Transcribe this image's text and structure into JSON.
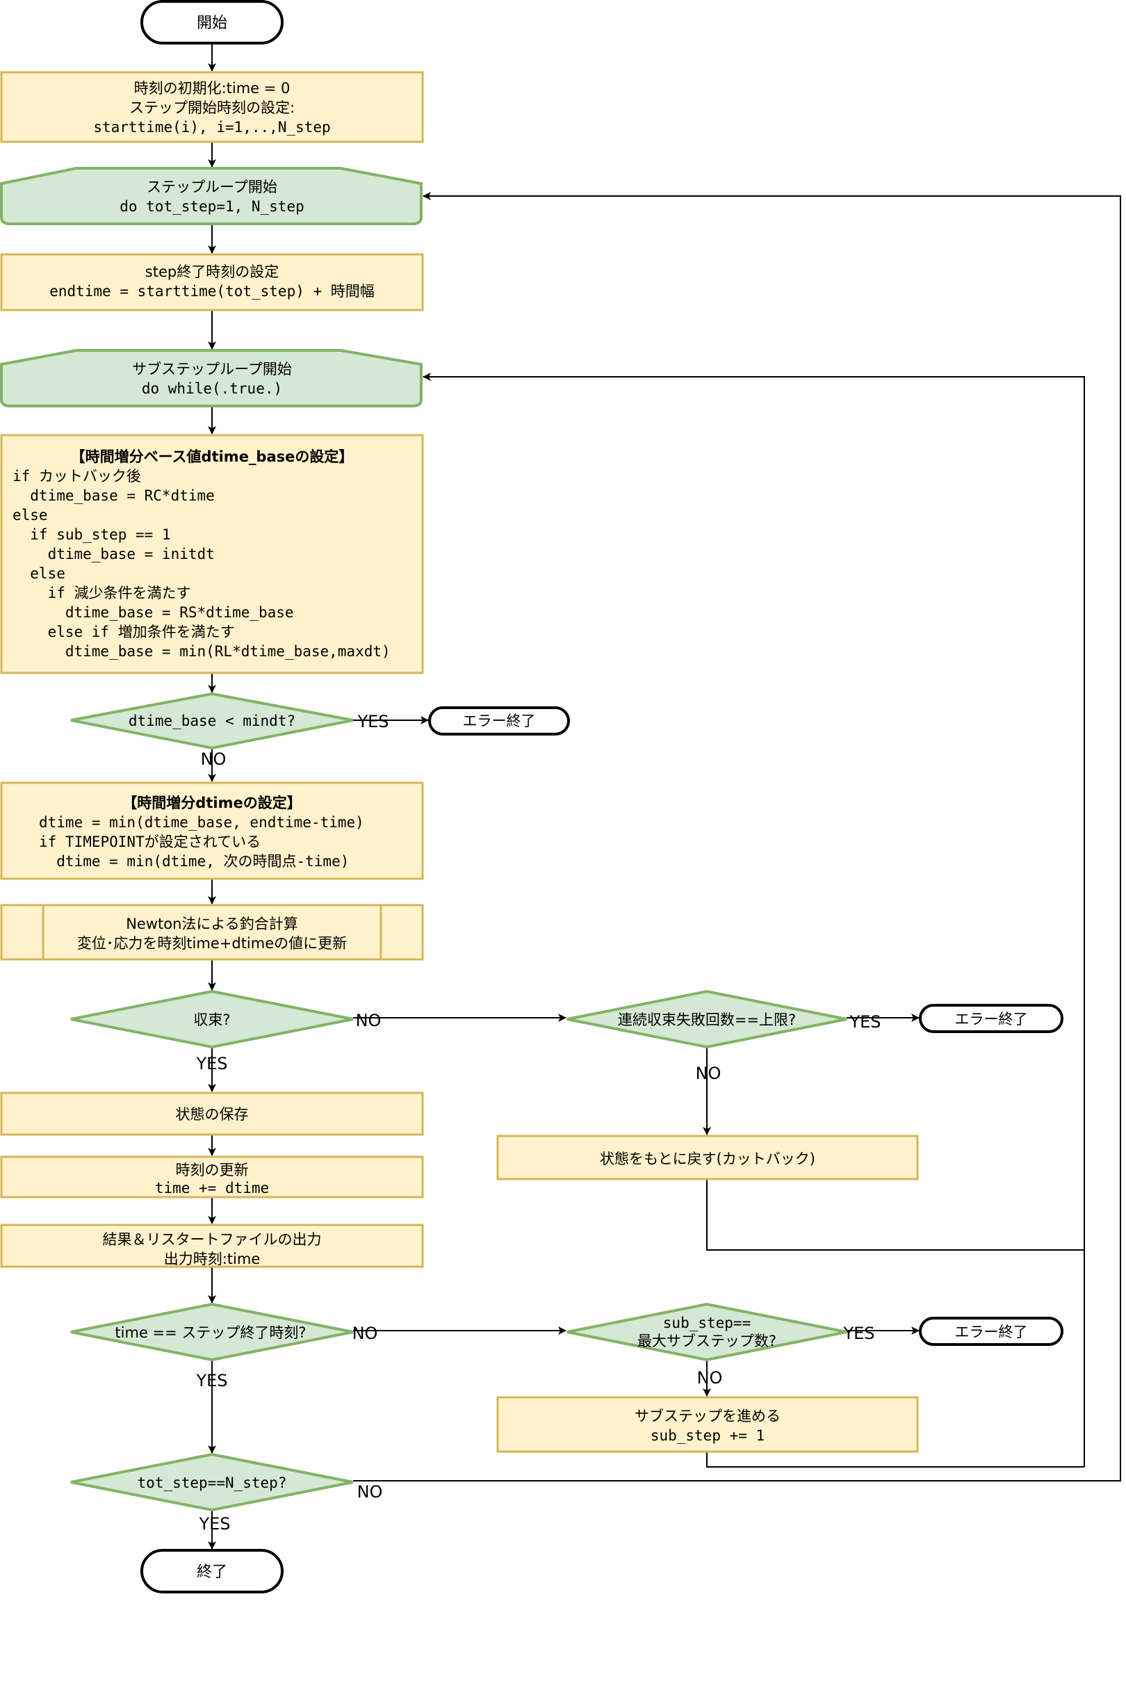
{
  "nodes": {
    "start": {
      "lines": [
        "開始"
      ]
    },
    "init": {
      "lines": [
        "時刻の初期化:time = 0",
        "ステップ開始時刻の設定:",
        "starttime(i), i=1,..,N_step"
      ]
    },
    "step_loop": {
      "lines": [
        "ステップループ開始",
        "do tot_step=1, N_step"
      ]
    },
    "step_end": {
      "lines": [
        "step終了時刻の設定",
        "endtime = starttime(tot_step) + 時間幅"
      ]
    },
    "sub_loop": {
      "lines": [
        "サブステップループ開始",
        "do while(.true.)"
      ]
    },
    "dtbase": {
      "title": "【時間増分ベース値dtime_baseの設定】",
      "code": [
        "if カットバック後",
        "  dtime_base = RC*dtime",
        "else",
        "  if sub_step == 1",
        "    dtime_base = initdt",
        "  else",
        "    if 減少条件を満たす",
        "      dtime_base = RS*dtime_base",
        "    else if 増加条件を満たす",
        "      dtime_base = min(RL*dtime_base,maxdt)"
      ]
    },
    "dec_mindt": {
      "lines": [
        "dtime_base < mindt?"
      ]
    },
    "err1": {
      "lines": [
        "エラー終了"
      ]
    },
    "dtime": {
      "title": "【時間増分dtimeの設定】",
      "code": [
        "dtime = min(dtime_base, endtime-time)",
        "if TIMEPOINTが設定されている",
        "  dtime = min(dtime, 次の時間点-time)"
      ]
    },
    "newton": {
      "lines": [
        "Newton法による釣合計算",
        "変位･応力を時刻time+dtimeの値に更新"
      ]
    },
    "conv": {
      "lines": [
        "収束?"
      ]
    },
    "fail_limit": {
      "lines": [
        "連続収束失敗回数==上限?"
      ]
    },
    "err2": {
      "lines": [
        "エラー終了"
      ]
    },
    "cutback": {
      "lines": [
        "状態をもとに戻す(カットバック)"
      ]
    },
    "save": {
      "lines": [
        "状態の保存"
      ]
    },
    "time_upd": {
      "lines": [
        "時刻の更新",
        "time += dtime"
      ]
    },
    "output": {
      "lines": [
        "結果＆リスタートファイルの出力",
        "出力時刻:time"
      ]
    },
    "dec_time": {
      "lines": [
        "time == ステップ終了時刻?"
      ]
    },
    "max_sub": {
      "lines": [
        "sub_step==",
        "最大サブステップ数?"
      ]
    },
    "err3": {
      "lines": [
        "エラー終了"
      ]
    },
    "sub_adv": {
      "lines": [
        "サブステップを進める",
        "sub_step += 1"
      ]
    },
    "dec_tot": {
      "lines": [
        "tot_step==N_step?"
      ]
    },
    "end": {
      "lines": [
        "終了"
      ]
    }
  },
  "edge_labels": {
    "mindt_yes": "YES",
    "mindt_no": "NO",
    "conv_no": "NO",
    "conv_yes": "YES",
    "fail_yes": "YES",
    "fail_no": "NO",
    "time_no": "NO",
    "time_yes": "YES",
    "maxsub_yes": "YES",
    "maxsub_no": "NO",
    "tot_no": "NO",
    "tot_yes": "YES"
  },
  "colors": {
    "process_fill": "#fff2cc",
    "process_stroke": "#d6b656",
    "decision_fill": "#d5e8d4",
    "decision_stroke": "#82b366",
    "terminal_stroke": "#000000"
  }
}
